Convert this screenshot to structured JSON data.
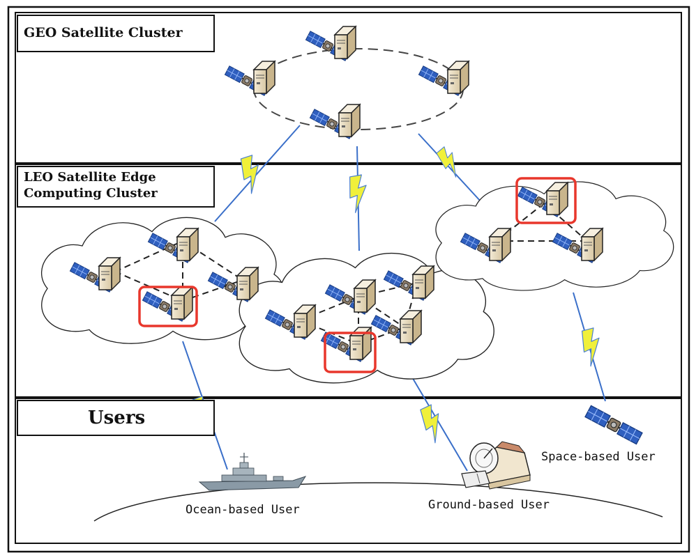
{
  "layers": {
    "geo": {
      "title": "GEO Satellite Cluster"
    },
    "leo": {
      "title_line1": "LEO Satellite Edge",
      "title_line2": "Computing Cluster"
    },
    "users": {
      "title": "Users"
    }
  },
  "user_labels": {
    "ocean": "Ocean-based User",
    "ground": "Ground-based User",
    "space": "Space-based User"
  },
  "colors": {
    "solar_panel": "#2f5fbf",
    "server": "#e9dcc0",
    "highlight_box": "#e8372c",
    "lightning": "#f0f03a",
    "link_line": "#3a6fc9"
  }
}
